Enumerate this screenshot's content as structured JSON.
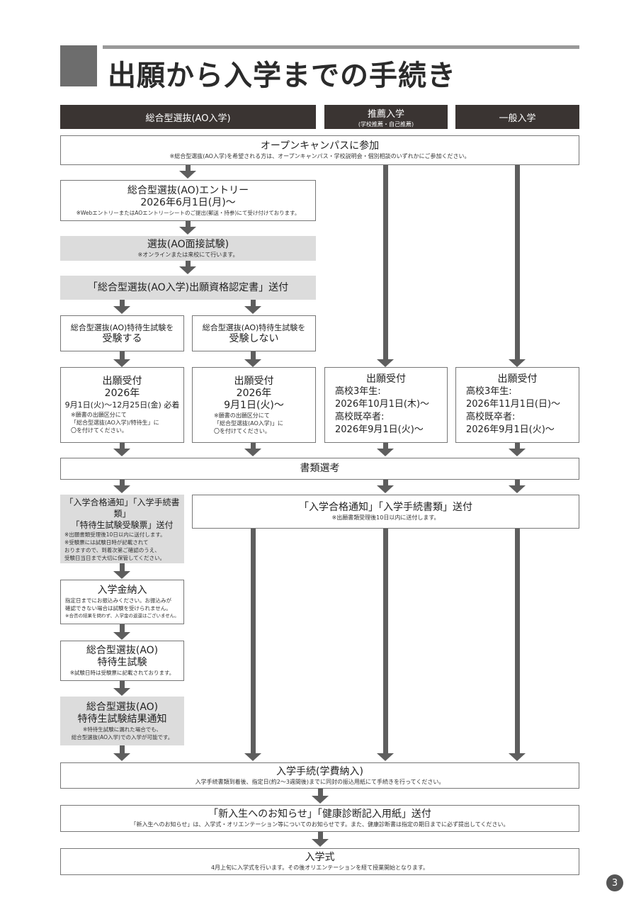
{
  "title": "出願から入学までの手続き",
  "page_number": "3",
  "headers": {
    "ao": "総合型選抜(AO入学)",
    "suisen": "推薦入学",
    "suisen_sub": "(学校推薦・自己推薦)",
    "ippan": "一般入学"
  },
  "open_campus": {
    "title": "オープンキャンパスに参加",
    "note": "※総合型選抜(AO入学)を希望される方は、オープンキャンパス・学校説明会・個別相談のいずれかにご参加ください。"
  },
  "entry": {
    "title": "総合型選抜(AO)エントリー",
    "date": "2026年6月1日(月)〜",
    "note": "※WebエントリーまたはAOエントリーシートのご提出(郵送・持参)にて受け付けております。"
  },
  "interview": {
    "title": "選抜(AO面接試験)",
    "note": "※オンラインまたは来校にて行います。"
  },
  "certificate": {
    "title": "「総合型選抜(AO入学)出願資格認定書」送付"
  },
  "take_exam": {
    "line1": "総合型選抜(AO)特待生試験を",
    "line2": "受験する"
  },
  "no_exam": {
    "line1": "総合型選抜(AO)特待生試験を",
    "line2": "受験しない"
  },
  "app_a": {
    "title": "出願受付",
    "year": "2026年",
    "date": "9月1日(火)〜12月25日(金) 必着",
    "note1": "※願書の出願区分にて",
    "note2": "「総合型選抜(AO入学)/特待生」に",
    "note3": "〇を付けてください。"
  },
  "app_b": {
    "title": "出願受付",
    "year": "2026年",
    "date": "9月1日(火)〜",
    "note1": "※願書の出願区分にて",
    "note2": "「総合型選抜(AO入学)」に",
    "note3": "〇を付けてください。"
  },
  "app_c": {
    "title": "出願受付",
    "l1": "高校3年生:",
    "l2": "2026年10月1日(木)〜",
    "l3": "高校既卒者:",
    "l4": "2026年9月1日(火)〜"
  },
  "app_d": {
    "title": "出願受付",
    "l1": "高校3年生:",
    "l2": "2026年11月1日(日)〜",
    "l3": "高校既卒者:",
    "l4": "2026年9月1日(火)〜"
  },
  "screening": {
    "title": "書類選考"
  },
  "notice_a": {
    "line1": "「入学合格通知」「入学手続書類」",
    "line2": "「特待生試験受験票」送付",
    "note1": "※出願書類受理後10日以内に送付します。",
    "note2": "※受験票には試験日時が記載されて",
    "note3": "おりますので、到着次第ご確認のうえ、",
    "note4": "受験日当日まで大切に保管してください。"
  },
  "notice_b": {
    "title": "「入学合格通知」「入学手続書類」送付",
    "note": "※出願書類受理後10日以内に送付します。"
  },
  "fee": {
    "title": "入学金納入",
    "note1": "指定日までにお振込みください。お振込みが",
    "note2": "確認できない場合は試験を受けられません。",
    "note3": "※合否の結果を問わず、入学金の返還はございません。"
  },
  "tokutai_exam": {
    "line1": "総合型選抜(AO)",
    "line2": "特待生試験",
    "note": "※試験日時は受験票に記載されております。"
  },
  "tokutai_result": {
    "line1": "総合型選抜(AO)",
    "line2": "特待生試験結果通知",
    "note1": "※特待生試験に漏れた場合でも、",
    "note2": "総合型選抜(AO入学)での入学が可能です。"
  },
  "procedure": {
    "title": "入学手続(学費納入)",
    "note": "入学手続書類到着後、指定日(約2〜3週間後)までに同封の振込用紙にて手続きを行ってください。"
  },
  "freshman": {
    "title": "「新入生へのお知らせ」「健康診断記入用紙」送付",
    "note": "「新入生へのお知らせ」は、入学式・オリエンテーション等についてのお知らせです。また、健康診断書は指定の期日までに必ず提出してください。"
  },
  "ceremony": {
    "title": "入学式",
    "note": "4月上旬に入学式を行います。その後オリエンテーションを経て授業開始となります。"
  },
  "colors": {
    "header_bg": "#3a3432",
    "title_block": "#6d6d6d",
    "gray_box": "#dcdcdc",
    "arrow": "#5e5e5e"
  }
}
